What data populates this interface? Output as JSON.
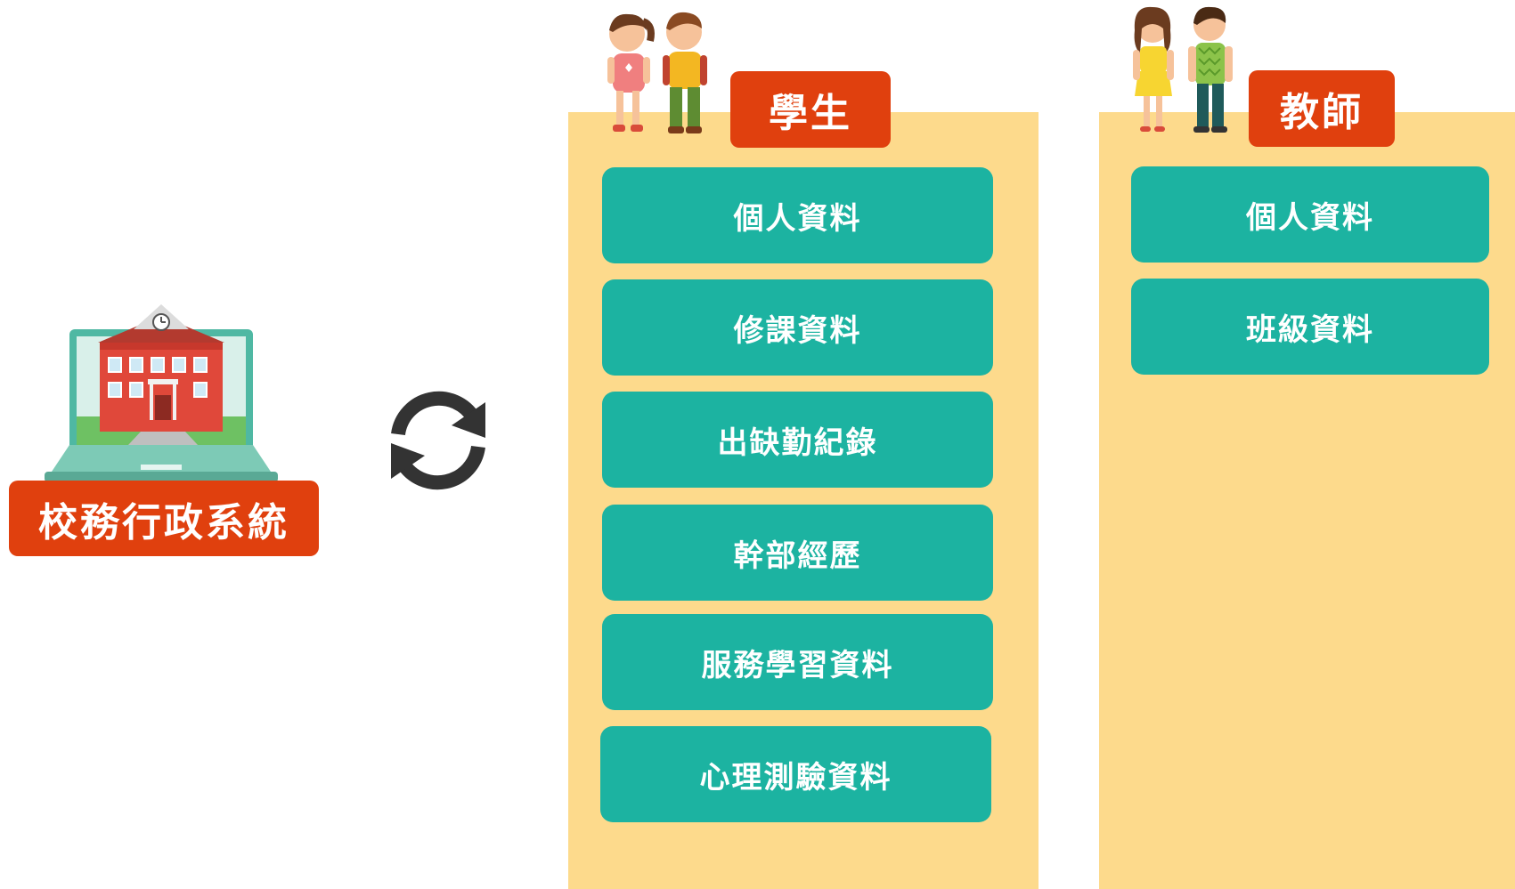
{
  "system": {
    "label": "校務行政系統",
    "icon": "school-laptop-icon"
  },
  "sync": {
    "icon": "sync-icon"
  },
  "students": {
    "tag": "學生",
    "icon": "students-figures-icon",
    "items": [
      {
        "label": "個人資料"
      },
      {
        "label": "修課資料"
      },
      {
        "label": "出缺勤紀錄"
      },
      {
        "label": "幹部經歷"
      },
      {
        "label": "服務學習資料"
      },
      {
        "label": "心理測驗資料"
      }
    ]
  },
  "teachers": {
    "tag": "教師",
    "icon": "teachers-figures-icon",
    "items": [
      {
        "label": "個人資料"
      },
      {
        "label": "班級資料"
      }
    ]
  },
  "colors": {
    "accent": "#e0400e",
    "item": "#1cb3a1",
    "panel": "#fdda8c"
  }
}
